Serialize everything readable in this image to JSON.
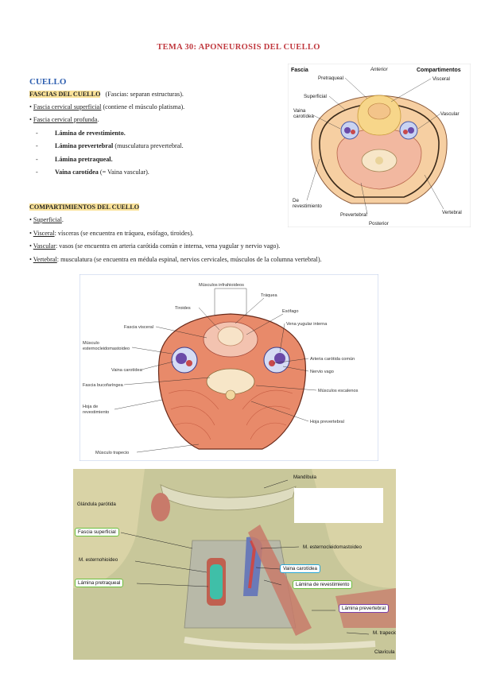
{
  "title": "TEMA 30: APONEUROSIS DEL CUELLO",
  "section": "CUELLO",
  "fascias": {
    "heading": "FASCIAS DEL CUELLO",
    "note": "(Fascias: separan estructuras).",
    "superficial_label": "Fascia cervical superficial",
    "superficial_note": "(contiene el músculo platisma).",
    "profunda_label": "Fascia cervical profunda",
    "items": [
      {
        "bold": "Lámina de revestimiento.",
        "rest": ""
      },
      {
        "bold": "Lámina prevertebral",
        "rest": " (musculatura prevertebral."
      },
      {
        "bold": "Lámina pretraqueal.",
        "rest": ""
      },
      {
        "bold": "Vaina carotídea",
        "rest": " (= Vaina vascular)."
      }
    ]
  },
  "compartimientos": {
    "heading": "COMPARTIMIENTOS DEL CUELLO",
    "items": [
      {
        "label": "Superficial",
        "rest": "."
      },
      {
        "label": "Visceral",
        "rest": ": vísceras (se encuentra en tráquea, esófago, tiroides)."
      },
      {
        "label": "Vascular",
        "rest": ": vasos (se encuentra en arteria carótida común e interna, vena yugular y nervio vago)."
      },
      {
        "label": "Vertebral",
        "rest": ": musculatura (se encuentra en médula espinal, nervios cervicales, músculos de la columna vertebral)."
      }
    ]
  },
  "diagram1": {
    "fascia_header": "Fascia",
    "compart_header": "Compartimentos",
    "anterior": "Anterior",
    "posterior": "Posterior",
    "pretraqueal": "Pretraqueal",
    "superficial": "Superficial",
    "vaina_1": "Vaina",
    "vaina_2": "carotídea",
    "visceral": "Visceral",
    "vascular": "Vascular",
    "de_1": "De",
    "de_2": "revestimiento",
    "prevertebral": "Prevertebral",
    "vertebral": "Vertebral"
  },
  "diagram2": {
    "infrahioideos": "Músculos infrahioideos",
    "traquea": "Tráquea",
    "tiroides": "Tiroides",
    "esofago": "Esófago",
    "fascia_visceral": "Fascia visceral",
    "vena_yugular": "Vena yugular interna",
    "scm_1": "Músculo",
    "scm_2": "esternocleidomastoideo",
    "arteria": "Arteria carótida común",
    "vaina": "Vaina carotídea",
    "nervio": "Nervio vago",
    "fascia_buco": "Fascia bucofaríngea",
    "escalenos": "Músculos escalenos",
    "hoja_1": "Hoja de",
    "hoja_2": "revestimiento",
    "hoja_prev": "Hoja prevertebral",
    "trapecio": "Músculo trapecio"
  },
  "diagram3": {
    "mandibula": "Mandíbula",
    "parotida": "Glándula parótida",
    "fascia_superficial": "Fascia superficial",
    "scm": "M. esternocleidomastoideo",
    "esternohioideo": "M. esternohioideo",
    "vaina_carotidea": "Vaina carotídea",
    "lamina_pretraqueal": "Lámina pretraqueal",
    "lamina_revestimiento": "Lámina de revestimiento",
    "lamina_prevertebral": "Lámina prevertebral",
    "trapecio": "M. trapecio",
    "clavicula": "Clavícula"
  },
  "colors": {
    "title": "#c0393f",
    "section": "#2e5fb0",
    "highlight": "#fbe39a",
    "box_green": "#6bbf3f",
    "box_blue": "#2aa7d8",
    "box_purple": "#7a3fa8"
  }
}
